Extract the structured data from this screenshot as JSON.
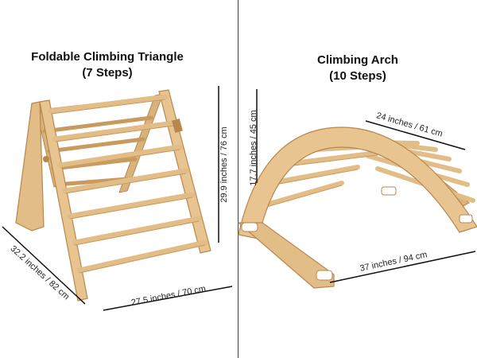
{
  "left": {
    "title_line1": "Foldable Climbing Triangle",
    "title_line2": "(7 Steps)",
    "dim_height": "29.9 inches / 76 cm",
    "dim_depth": "32.2 inches / 82 cm",
    "dim_width": "27.5 inches / 70 cm"
  },
  "right": {
    "title_line1": "Climbing Arch",
    "title_line2": "(10 Steps)",
    "dim_height": "17.7 inches / 45 cm",
    "dim_depth": "24 inches / 61 cm",
    "dim_width": "37 inches / 94 cm"
  },
  "colors": {
    "wood": "#e2bd87",
    "wood_dark": "#c99a5e",
    "line": "#111111"
  }
}
